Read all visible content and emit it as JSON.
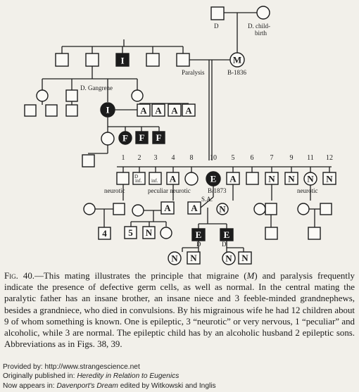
{
  "figure": {
    "annotations": {
      "d": "D",
      "d_childbirth_1": "D. child-",
      "d_childbirth_2": "birth",
      "paralysis": "Paralysis",
      "born_1836": "B-1836",
      "d_gangrene": "D. Gangrene",
      "neurotic_left": "neurotic",
      "peculiar_neurotic": "peculiar neurotic",
      "born_1873": "B/1873",
      "sa": "S.A.",
      "neurotic_right": "neurotic",
      "inf": "inf."
    },
    "letters": {
      "insane": "I",
      "migraine": "M",
      "alcoholic": "A",
      "feeble": "F",
      "epileptic": "E",
      "normal": "N"
    },
    "sibship_numbers": [
      "1",
      "2",
      "3",
      "4",
      "8",
      "10",
      "5",
      "6",
      "7",
      "9",
      "11",
      "12"
    ],
    "count_boxes": [
      "4",
      "5"
    ]
  },
  "caption": {
    "fig_label": "Fig. 40.",
    "text_1": "—This mating illustrates the principle that migraine (",
    "m": "M",
    "text_2": ") and paralysis frequently indicate the presence of defective germ cells, as well as normal. In the central mating the paralytic father has an insane brother, an insane niece and 3 feeble-minded grandnephews, besides a grandniece, who died in convulsions. By his migrainous wife he had 12 children about 9 of whom something is known. One is epileptic, 3 “neurotic” or very nervous, 1 “peculiar” and alcoholic, while 3 are normal. The epileptic child has by an alcoholic husband 2 epileptic sons. Abbreviations as in Figs. 38, 39."
  },
  "credits": {
    "line1": "Provided by: http://www.strangescience.net",
    "line2_prefix": "Originally published in: ",
    "line2_title": "Heredity in Relation to Eugenics",
    "line3_prefix": "Now appears in: ",
    "line3_title": "Davenport's Dream",
    "line3_suffix": " edited by Witkowski and Inglis"
  }
}
